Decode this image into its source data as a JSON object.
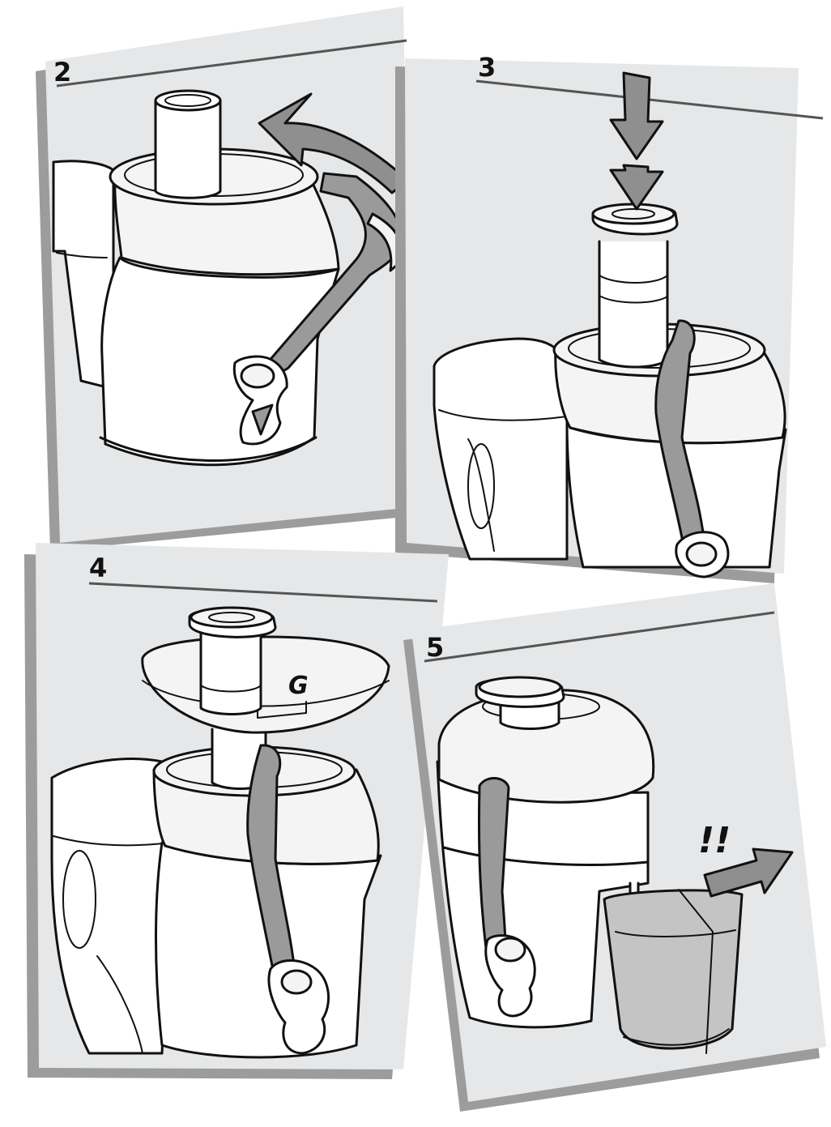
{
  "steps": [
    {
      "number": "2"
    },
    {
      "number": "3"
    },
    {
      "number": "4",
      "part_label": "G"
    },
    {
      "number": "5",
      "warning": "!!"
    }
  ],
  "colors": {
    "panel_fill": "#e6e7e8",
    "panel_shadow": "#9c9c9c",
    "arm_fill": "#9a9a9a",
    "arrow_fill": "#8f8f8f",
    "ink": "#111111"
  },
  "icons": [
    "curved-rotate-arrow-icon",
    "double-down-arrow-icon",
    "right-arrow-icon",
    "warning-exclamation-icon"
  ]
}
